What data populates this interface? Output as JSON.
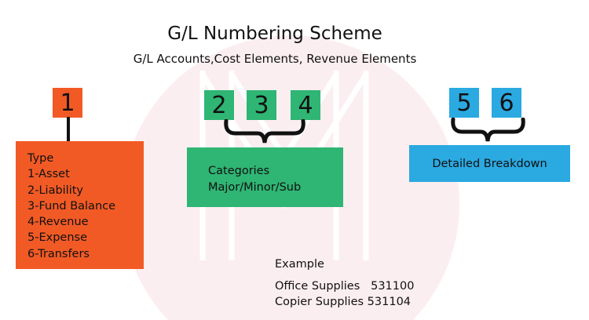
{
  "title": "G/L Numbering Scheme",
  "subtitle": "G/L Accounts,Cost Elements, Revenue Elements",
  "type_digit": "1",
  "category_digits": [
    "2",
    "3",
    "4"
  ],
  "detail_digits": [
    "5",
    "6"
  ],
  "type_box": {
    "heading": "Type",
    "items": [
      "1-Asset",
      "2-Liability",
      "3-Fund Balance",
      "4-Revenue",
      "5-Expense",
      "6-Transfers"
    ]
  },
  "category_box": {
    "line1": "Categories",
    "line2": "Major/Minor/Sub"
  },
  "detail_box": {
    "label": "Detailed Breakdown"
  },
  "example": {
    "heading": "Example",
    "rows": [
      "Office Supplies   531100",
      "Copier Supplies 531104"
    ]
  },
  "colors": {
    "type": "#f25a25",
    "category": "#2fb574",
    "detail": "#2ba9e1",
    "watermark": "#fbeef0"
  }
}
